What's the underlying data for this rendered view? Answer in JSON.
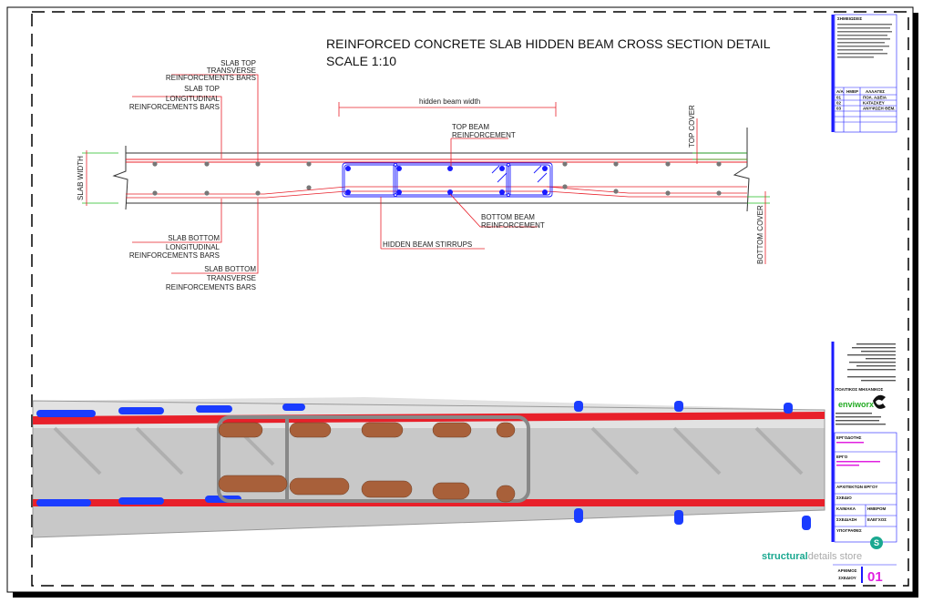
{
  "drawing": {
    "title": "REINFORCED CONCRETE SLAB HIDDEN BEAM CROSS SECTION DETAIL",
    "scale": "SCALE 1:10",
    "labels": {
      "slab_top_transverse": [
        "SLAB TOP",
        "TRANSVERSE",
        "REINFORCEMENTS BARS"
      ],
      "slab_top_longitudinal": [
        "SLAB TOP",
        "LONGITUDINAL",
        "REINFORCEMENTS BARS"
      ],
      "slab_bottom_longitudinal": [
        "SLAB BOTTOM",
        "LONGITUDINAL",
        "REINFORCEMENTS BARS"
      ],
      "slab_bottom_transverse": [
        "SLAB BOTTOM",
        "TRANSVERSE",
        "REINFORCEMENTS BARS"
      ],
      "hidden_beam_width": "hidden beam width",
      "top_beam": [
        "TOP BEAM",
        "REINFORCEMENT"
      ],
      "bottom_beam": [
        "BOTTOM BEAM",
        "REINFORCEMENT"
      ],
      "stirrups": "HIDDEN BEAM STIRRUPS",
      "slab_width": "SLAB WIDTH",
      "top_cover": "TOP COVER",
      "bottom_cover": "BOTTOM COVER"
    },
    "colors": {
      "rebar": "#e8202a",
      "beam": "#1a1aff",
      "dim": "#22bb22",
      "concrete": "#c8c8c8"
    }
  },
  "title_block": {
    "notes_header": "ΣΗΜΕΙΩΣΕΙΣ",
    "rev_headers": [
      "Α/Α",
      "ΗΜΕΡ",
      "ΑΛΛΑΓΕΣ"
    ],
    "revisions": [
      {
        "no": "01",
        "change": "ΠΟΛ. ΑΔΕΙΑ"
      },
      {
        "no": "02",
        "change": "ΚΑΤΑΣΚΕΥ"
      },
      {
        "no": "03",
        "change": "ΑΝΥΨΩΣΗ ΘΕΜ."
      }
    ],
    "engineer_label": "ΠΟΛΙΤΙΚΟΣ ΜΗΧΑΝΙΚΟΣ",
    "logo_text": "enviworx",
    "client_label": "ΕΡΓΟΔΟΤΗΣ",
    "project_label": "ΕΡΓΟ",
    "architect_label": "ΑΡΧΙΤΕΚΤΩΝ ΕΡΓΟΥ",
    "drawing_label": "ΣΧΕΔΙΟ",
    "scale_label": "ΚΛΙΜΑΚΑ",
    "date_label": "ΗΜΕΡΟΜ",
    "design_label": "ΣΧΕΔΙΑΣΗ",
    "check_label": "ΕΛΕΓΧΟΣ",
    "signatures_label": "ΥΠΟΓΡΑΦΕΣ",
    "sheet_label": [
      "ΑΡΙΘΜΟΣ",
      "ΣΧΕΔΙΟΥ"
    ],
    "sheet_number": "01",
    "brand": {
      "part1": "structural",
      "part2": "details store",
      "icon": "S"
    }
  }
}
